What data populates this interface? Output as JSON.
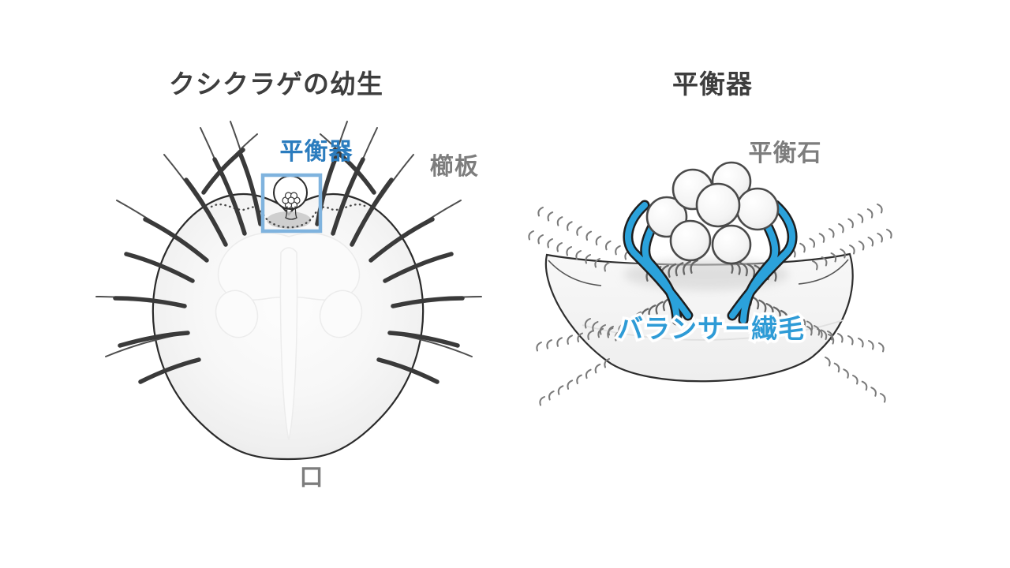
{
  "left_figure": {
    "title": "クシクラゲの幼生",
    "statocyst_label": "平衡器",
    "comb_plate_label": "櫛板",
    "mouth_label": "口"
  },
  "right_figure": {
    "title": "平衡器",
    "statolith_label": "平衡石",
    "balancer_cilia_label": "バランサー繊毛"
  },
  "colors": {
    "title_gray": "#3e3e3e",
    "label_gray": "#7d7d7d",
    "label_blue": "#2b7cbe",
    "cilia_blue": "#2ba2db",
    "highlight_box_blue": "#7fb3de",
    "balancer_label_blue": "#2e9bd6"
  }
}
